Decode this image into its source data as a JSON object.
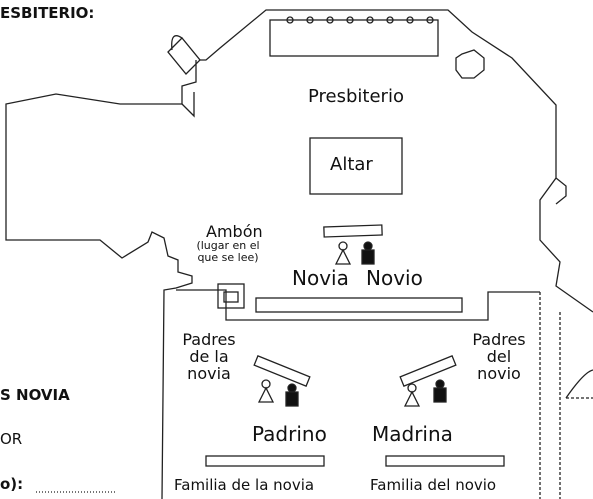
{
  "left_panel": {
    "heading_cut": "ESBITERIO:",
    "novia_side_cut": "S NOVIA",
    "or_cut": "OR",
    "field_cut": "o):"
  },
  "plan": {
    "presbiterio": "Presbiterio",
    "altar": "Altar",
    "ambon": "Ambón",
    "ambon_note_line1": "(lugar en el",
    "ambon_note_line2": "que se lee)",
    "novia": "Novia",
    "novio": "Novio",
    "padres_novia_line1": "Padres",
    "padres_novia_line2": "de la",
    "padres_novia_line3": "novia",
    "padres_novio_line1": "Padres",
    "padres_novio_line2": "del",
    "padres_novio_line3": "novio",
    "padrino": "Padrino",
    "madrina": "Madrina",
    "familia_novia": "Familia de la novia",
    "familia_novio": "Familia del novio"
  }
}
